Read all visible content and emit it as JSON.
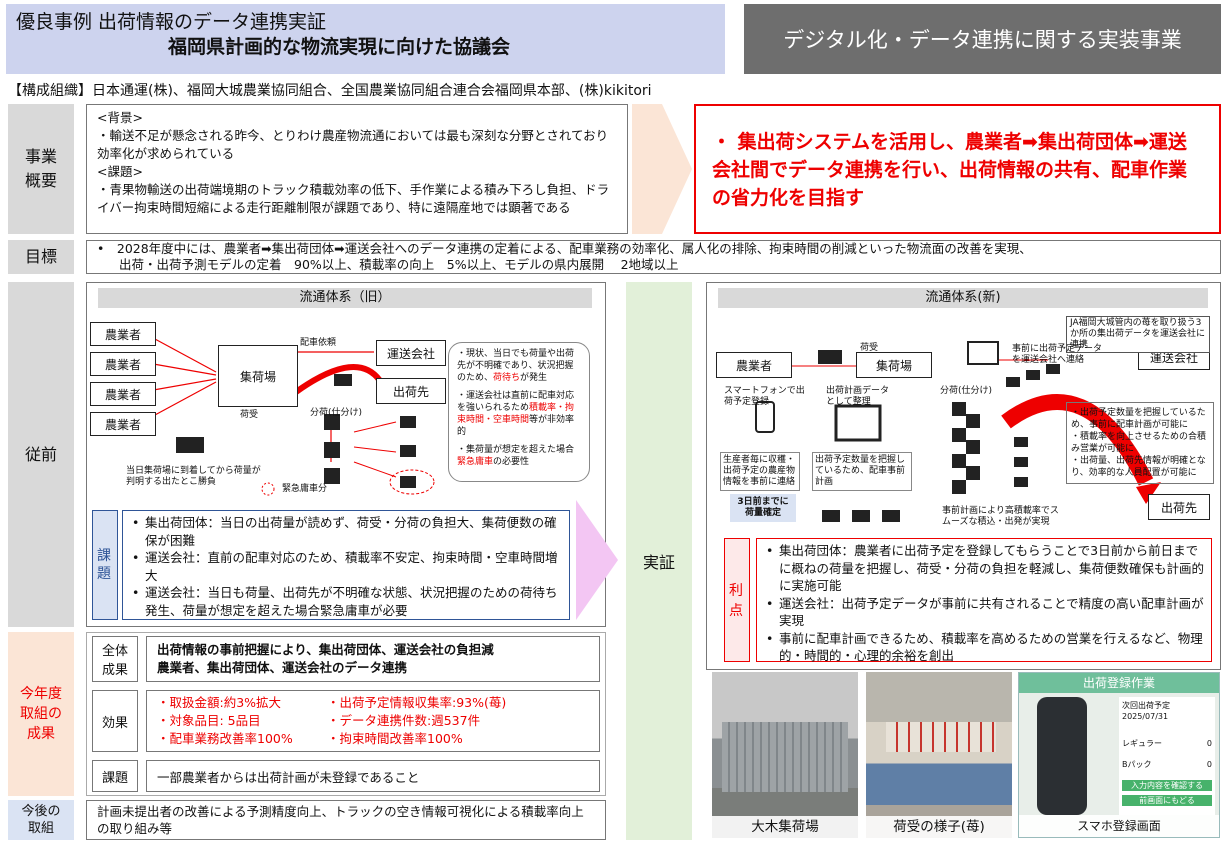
{
  "header": {
    "line1": "優良事例 出荷情報のデータ連携実証",
    "line2": "福岡県計画的な物流実現に向けた協議会",
    "right": "デジタル化・データ連携に関する実装事業"
  },
  "members": "【構成組織】日本通運(株)、福岡大城農業協同組合、全国農業協同組合連合会福岡県本部、(株)kikitori",
  "overview": {
    "label": "事業概要",
    "bg_head": "<背景>",
    "bg_text": "・輸送不足が懸念される昨今、とりわけ農産物流通においては最も深刻な分野とされており効率化が求められている",
    "issue_head": "<課題>",
    "issue_text": "・青果物輸送の出荷端境期のトラック積載効率の低下、手作業による積み下ろし負担、ドライバー拘束時間短縮による走行距離制限が課題であり、特に遠隔産地では顕著である",
    "goal": "・ 集出荷システムを活用し、農業者➡集出荷団体➡運送会社間でデータ連携を行い、出荷情報の共有、配車作業の省力化を目指す"
  },
  "target": {
    "label": "目標",
    "line1": "•　2028年度中には、農業者➡集出荷団体➡運送会社へのデータ連携の定着による、配車業務の効率化、属人化の排除、拘束時間の削減といった物流面の改善を実現、",
    "line2": "出荷・出荷予測モデルの定着　90%以上、積載率の向上　5%以上、モデルの県内展開　 2地域以上"
  },
  "before": {
    "label": "従前",
    "flow_title": "流通体系（旧）",
    "farmer": "農業者",
    "hub": "集荷場",
    "carrier": "運送会社",
    "dest": "出荷先",
    "dispatch": "配車依頼",
    "receive": "荷受",
    "sort": "分荷(仕分け)",
    "note_arrive": "当日集荷場に到着してから荷量が判明する出たとこ勝負",
    "urgent": "緊急庸車分",
    "bubble": [
      {
        "t1": "・現状、当日でも荷量や出荷先が不明確であり、状況把握のため、",
        "r": "荷待ち",
        "t2": "が発生"
      },
      {
        "t1": "・運送会社は直前に配車対応を強いられるため",
        "r": "積載率・拘束時間・空車時間",
        "t2": "等が非効率的"
      },
      {
        "t1": "・集荷量が想定を超えた場合",
        "r": "緊急庸車",
        "t2": "の必要性"
      }
    ],
    "issue_label": "課題",
    "issues": [
      "集出荷団体：当日の出荷量が読めず、荷受・分荷の負担大、集荷便数の確保が困難",
      "運送会社：直前の配車対応のため、積載率不安定、拘束時間・空車時間増大",
      "運送会社：当日も荷量、出荷先が不明確な状態、状況把握のための荷待ち発生、荷量が想定を超えた場合緊急庸車が必要"
    ]
  },
  "demo": "実証",
  "after": {
    "flow_title": "流通体系(新)",
    "farmer": "農業者",
    "hub": "集荷場",
    "carrier": "運送会社",
    "dest": "出荷先",
    "receive": "荷受",
    "sort": "分荷(仕分け)",
    "ja_note": "JA福岡大城管内の苺を取り扱う3か所の集出荷データを運送会社に連携",
    "advance": "事前に出荷予定データを運送会社へ連絡",
    "phone": "スマートフォンで出荷予定登録",
    "plan_data": "出荷計画データとして整理",
    "farmer_note": "生産者毎に収穫・出荷予定の農産物情報を事前に連絡",
    "plan_note": "出荷予定数量を把握しているため、配車事前計画",
    "three_days": "3日前までに荷量確定",
    "smooth": "事前計画により高積載率でスムーズな積込・出発が実現",
    "points": [
      "・出荷予定数量を把握しているため、事前に配車計画が可能に",
      "・積載率を向上させるための合積み営業が可能に",
      "・出荷量、出荷先情報が明確となり、効率的な人員配置が可能に"
    ],
    "merit_label": "利点",
    "merits": [
      "集出荷団体：農業者に出荷予定を登録してもらうことで3日前から前日までに概ねの荷量を把握し、荷受・分荷の負担を軽減し、集荷便数確保も計画的に実施可能",
      "運送会社：出荷予定データが事前に共有されることで精度の高い配車計画が実現",
      "事前に配車計画できるため、積載率を高めるための営業を行えるなど、物理的・時間的・心理的余裕を創出"
    ]
  },
  "results": {
    "label": "今年度取組の成果",
    "overall_label": "全体成果",
    "overall": [
      "出荷情報の事前把握により、集出荷団体、運送会社の負担減",
      "農業者、集出荷団体、運送会社のデータ連携"
    ],
    "effect_label": "効果",
    "effects_left": [
      "・取扱金額:約3%拡大",
      "・対象品目: 5品目",
      "・配車業務改善率100%"
    ],
    "effects_right": [
      "・出荷予定情報収集率:93%(苺)",
      "・データ連携件数:週537件",
      "・拘束時間改善率100%"
    ],
    "issue_label": "課題",
    "issue": "一部農業者からは出荷計画が未登録であること"
  },
  "future": {
    "label": "今後の取組",
    "text": "計画未提出者の改善による予測精度向上、トラックの空き情報可視化による積載率向上の取り組み等"
  },
  "photos": {
    "p1": "大木集荷場",
    "p2": "荷受の様子(苺)",
    "p3": "スマホ登録画面",
    "p3_title": "出荷登録作業",
    "p3_date": "2025/07/31",
    "p3_regular": "レギュラー",
    "p3_b": "Bパック",
    "p3_zero1": "0",
    "p3_zero2": "0",
    "p3_btn1": "入力内容を確認する",
    "p3_btn2": "前画面にもどる",
    "p3_head": "次回出荷予定"
  }
}
